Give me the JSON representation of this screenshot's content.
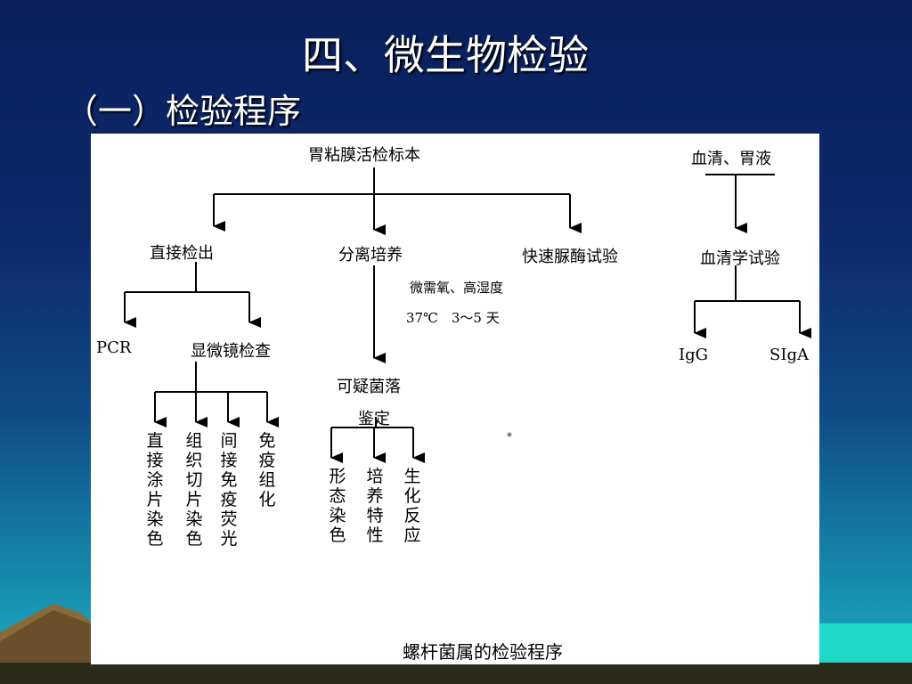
{
  "slide": {
    "title": "四、微生物检验",
    "subtitle": "（一）检验程序"
  },
  "diagram": {
    "root": "胃粘膜活检标本",
    "direct": "直接检出",
    "culture": "分离培养",
    "urease": "快速脲酶试验",
    "culture_cond1": "微需氧、高湿度",
    "culture_cond2": "37℃　3～5 天",
    "pcr": "PCR",
    "microscope": "显微镜检查",
    "micro_methods": [
      "直接涂片染色",
      "组织切片染色",
      "间接免疫荧光",
      "免疫组化"
    ],
    "suspicious": "可疑菌落",
    "identify": "鉴定",
    "identify_methods": [
      "形态染色",
      "培养特性",
      "生化反应"
    ],
    "serum_root": "血清、胃液",
    "serology": "血清学试验",
    "igg": "IgG",
    "siga": "SIgA",
    "caption": "螺杆菌属的检验程序"
  }
}
